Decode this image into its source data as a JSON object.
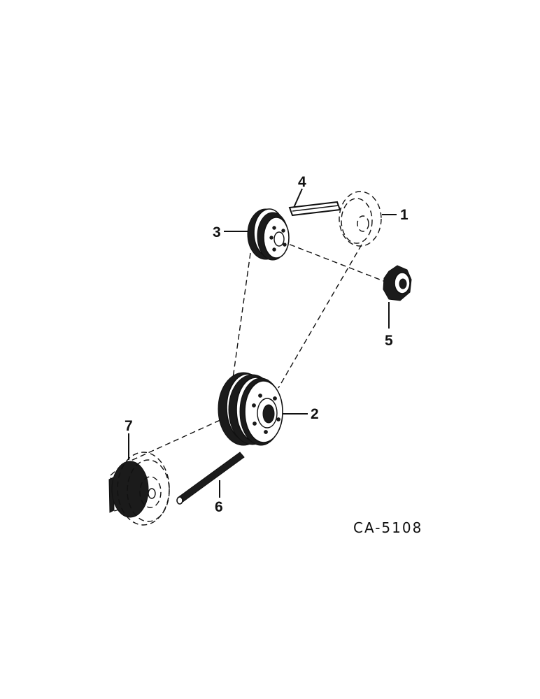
{
  "callouts": {
    "c1": "1",
    "c2": "2",
    "c3": "3",
    "c4": "4",
    "c5": "5",
    "c6": "6",
    "c7": "7"
  },
  "drawing_code": "CA-5108"
}
